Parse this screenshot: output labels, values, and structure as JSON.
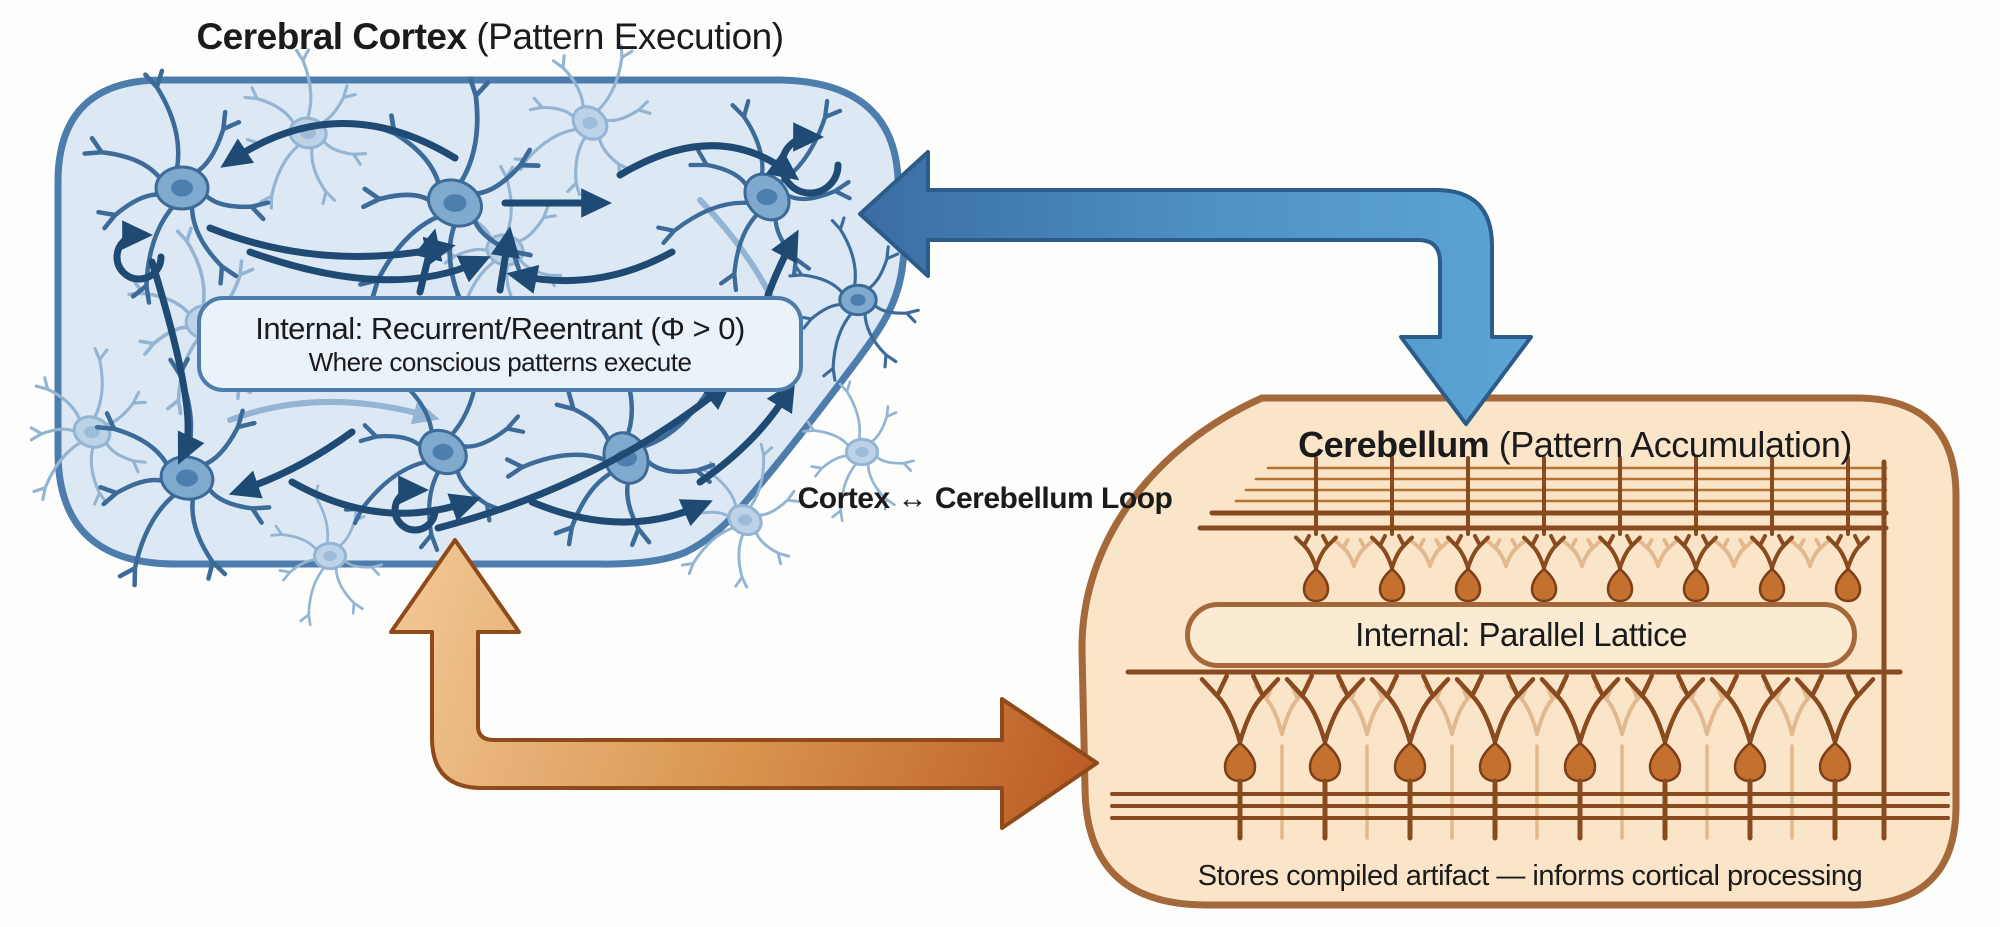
{
  "cortex": {
    "title_bold": "Cerebral Cortex",
    "title_rest": " (Pattern Execution)",
    "box_line1": "Internal: Recurrent/Reentrant (Φ > 0)",
    "box_line2": "Where conscious patterns execute"
  },
  "loop_label": "Cortex ↔ Cerebellum Loop",
  "cerebellum": {
    "title_bold": "Cerebellum",
    "title_rest": " (Pattern Accumulation)",
    "box_label": "Internal: Parallel Lattice",
    "caption": "Stores compiled artifact — informs cortical processing"
  },
  "colors": {
    "background": "#fdfdfc",
    "text": "#1b1b1b",
    "cortex_fill": "#dce8f4",
    "cortex_border": "#4d7dac",
    "cortex_box_fill": "#eaf2fa",
    "neuron_body": "#7fa9cd",
    "neuron_nucleus": "#4d7fae",
    "neuron_outline": "#3c6b99",
    "neuron_ghost_body": "#bcd2e6",
    "neuron_ghost_nucleus": "#9cbcd9",
    "neuron_ghost_outline": "#93b5d3",
    "neuron_arrow": "#1f4a73",
    "cereb_fill": "#fae5c9",
    "cereb_border": "#a5683a",
    "cereb_box_fill": "#fcebd3",
    "lattice_dark": "#8a4a20",
    "lattice_soma": "#c4712f",
    "lattice_light": "#e2b98f",
    "arrow_blue_dark": "#3a6da3",
    "arrow_blue_light": "#5ca5d6",
    "arrow_blue_stroke": "#2b5c8a",
    "arrow_orange_light": "#f0c491",
    "arrow_orange_dark": "#ba5a24",
    "arrow_orange_stroke": "#8f4a1c"
  }
}
